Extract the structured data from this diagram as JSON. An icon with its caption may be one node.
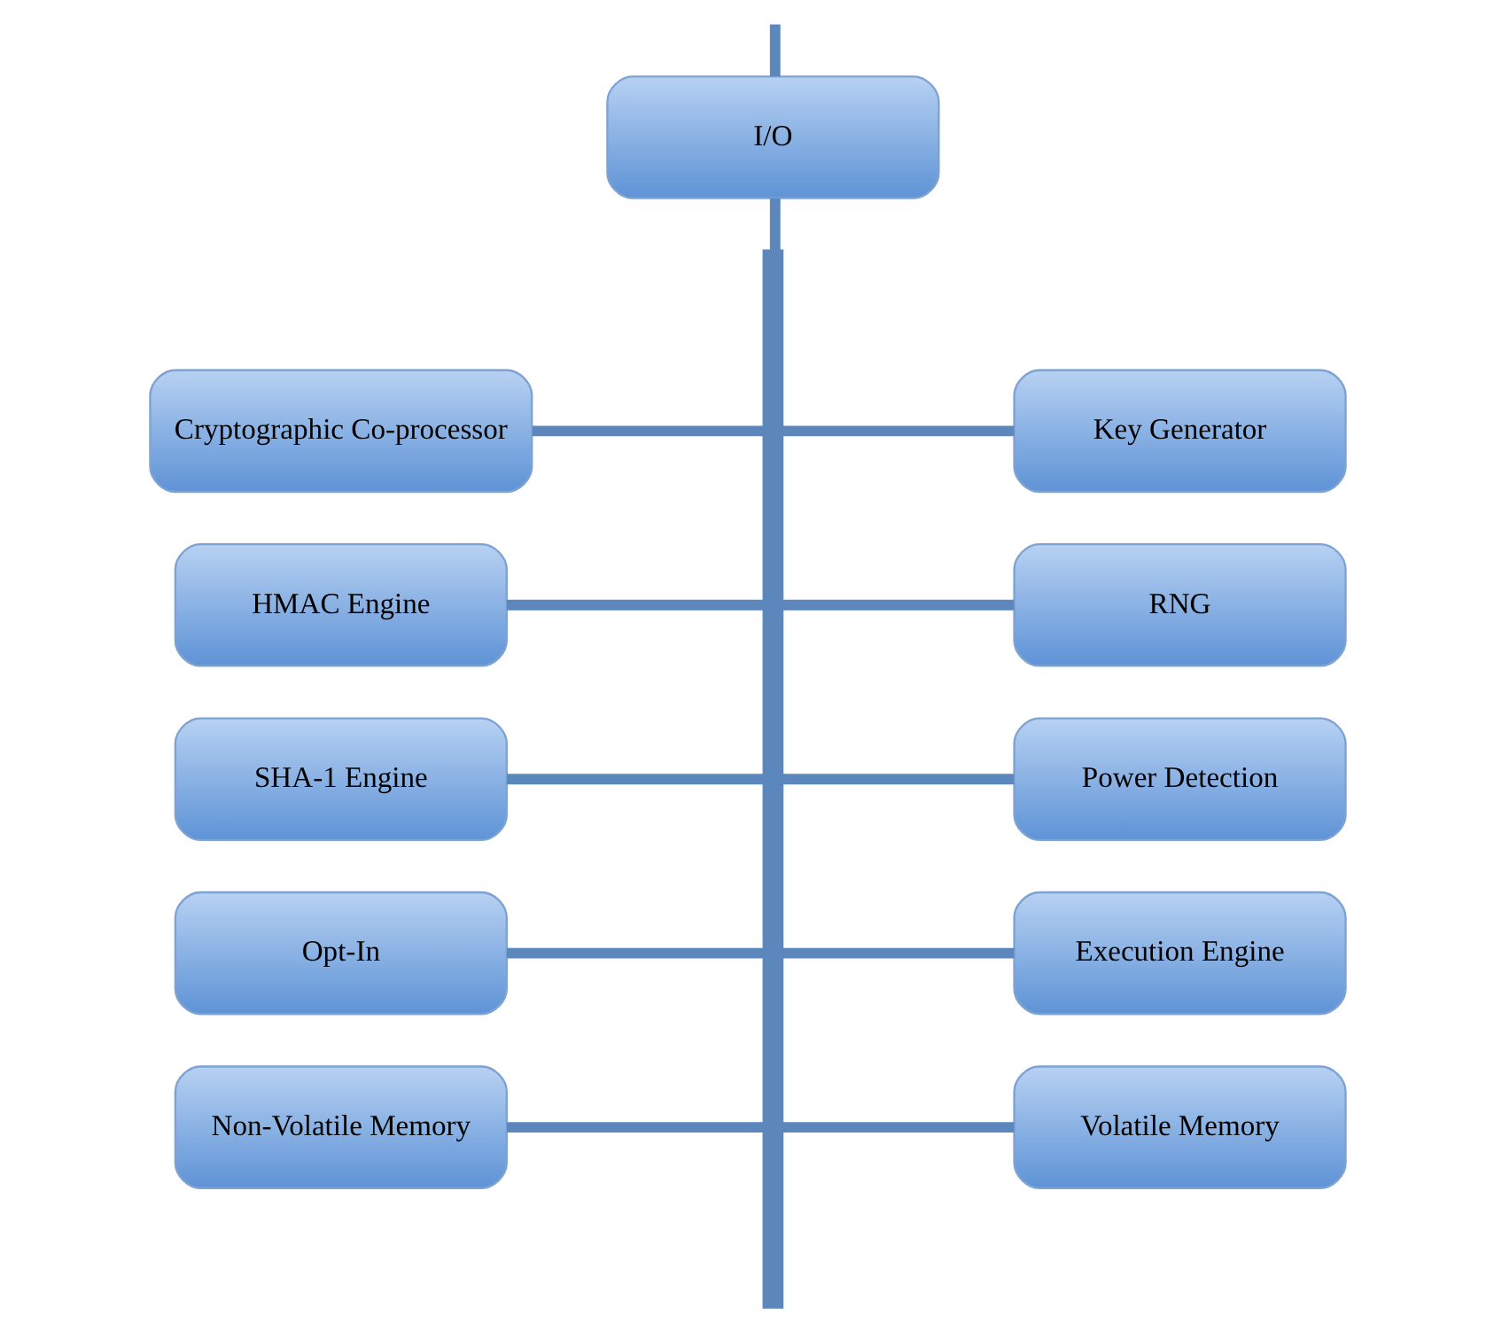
{
  "diagram": {
    "nodes": [
      {
        "text": [
          "I/O"
        ]
      },
      {
        "text": [
          "Cryptographic Co-processor"
        ]
      },
      {
        "text": [
          "Key Generator"
        ]
      },
      {
        "text": [
          "HMAC Engine"
        ]
      },
      {
        "text": [
          "RNG"
        ]
      },
      {
        "text": [
          "SHA-1 Engine"
        ]
      },
      {
        "text": [
          "Power Detection"
        ]
      },
      {
        "text": [
          "Opt-In"
        ]
      },
      {
        "text": [
          "Execution Engine"
        ]
      },
      {
        "text": [
          "Non-Volatile Memory"
        ]
      },
      {
        "text": [
          "Volatile Memory"
        ]
      },
      {
        "text": [],
        "shape": "bar"
      }
    ],
    "edges": [
      {
        "from": null,
        "to": 0,
        "arrow": "none"
      },
      {
        "from": 0,
        "to": 11,
        "arrow": "none"
      },
      {
        "from": 1,
        "to": 11,
        "arrow": "none"
      },
      {
        "from": 11,
        "to": 2,
        "arrow": "none"
      },
      {
        "from": 3,
        "to": 11,
        "arrow": "none"
      },
      {
        "from": 11,
        "to": 4,
        "arrow": "none"
      },
      {
        "from": 5,
        "to": 11,
        "arrow": "none"
      },
      {
        "from": 11,
        "to": 6,
        "arrow": "none"
      },
      {
        "from": 7,
        "to": 11,
        "arrow": "none"
      },
      {
        "from": 11,
        "to": 8,
        "arrow": "none"
      },
      {
        "from": 9,
        "to": 11,
        "arrow": "none"
      },
      {
        "from": 11,
        "to": 10,
        "arrow": "none"
      }
    ]
  }
}
